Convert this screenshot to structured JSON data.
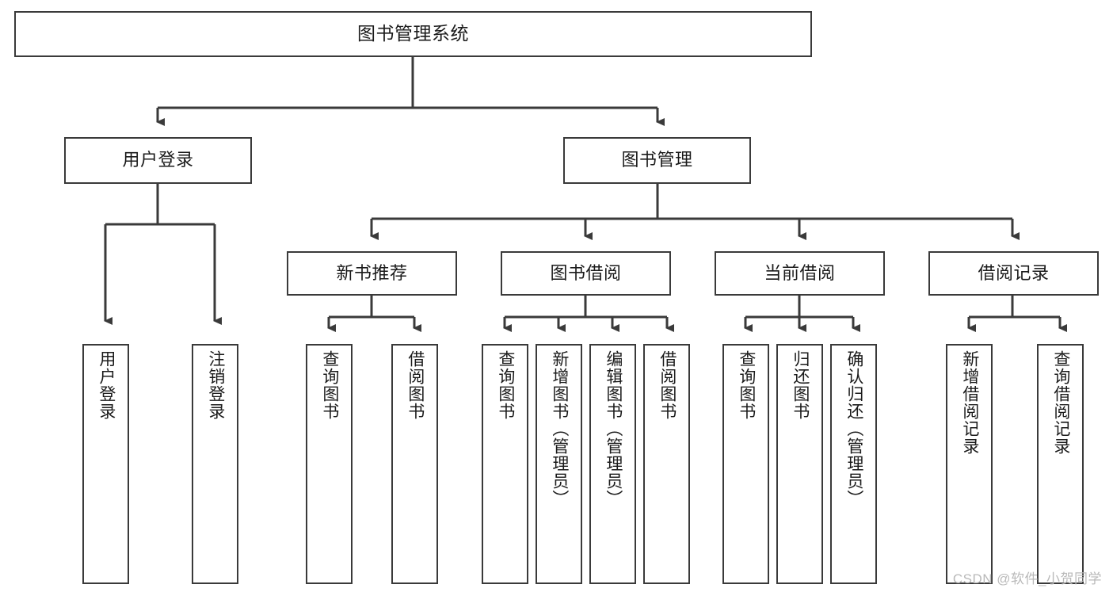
{
  "diagram": {
    "type": "tree-hierarchy",
    "title": "图书管理系统",
    "watermark": "CSDN @软件_小贺同学",
    "colors": {
      "stroke": "#3a3a3a",
      "fill": "#ffffff",
      "text": "#1b1b1b",
      "watermark": "#b9b9b9"
    },
    "nodes": {
      "root": {
        "label": "图书管理系统"
      },
      "user_login": {
        "label": "用户登录"
      },
      "book_manage": {
        "label": "图书管理"
      },
      "new_book_rec": {
        "label": "新书推荐"
      },
      "book_borrow": {
        "label": "图书借阅"
      },
      "current_borrow": {
        "label": "当前借阅"
      },
      "borrow_record": {
        "label": "借阅记录"
      },
      "leaf_user_login": {
        "label": "用户登录"
      },
      "leaf_logout": {
        "label": "注销登录"
      },
      "leaf_query_book_1": {
        "label": "查询图书"
      },
      "leaf_borrow_book_1": {
        "label": "借阅图书"
      },
      "leaf_query_book_2": {
        "label": "查询图书"
      },
      "leaf_add_book": {
        "label": "新增图书（管理员）"
      },
      "leaf_edit_book": {
        "label": "编辑图书（管理员）"
      },
      "leaf_borrow_book_2": {
        "label": "借阅图书"
      },
      "leaf_query_book_3": {
        "label": "查询图书"
      },
      "leaf_return_book": {
        "label": "归还图书"
      },
      "leaf_confirm_return": {
        "label": "确认归还（管理员）"
      },
      "leaf_add_record": {
        "label": "新增借阅记录"
      },
      "leaf_query_record": {
        "label": "查询借阅记录"
      }
    },
    "edges": [
      {
        "from": "root",
        "to": "user_login"
      },
      {
        "from": "root",
        "to": "book_manage"
      },
      {
        "from": "user_login",
        "to": "leaf_user_login"
      },
      {
        "from": "user_login",
        "to": "leaf_logout"
      },
      {
        "from": "book_manage",
        "to": "new_book_rec"
      },
      {
        "from": "book_manage",
        "to": "book_borrow"
      },
      {
        "from": "book_manage",
        "to": "current_borrow"
      },
      {
        "from": "book_manage",
        "to": "borrow_record"
      },
      {
        "from": "new_book_rec",
        "to": "leaf_query_book_1"
      },
      {
        "from": "new_book_rec",
        "to": "leaf_borrow_book_1"
      },
      {
        "from": "book_borrow",
        "to": "leaf_query_book_2"
      },
      {
        "from": "book_borrow",
        "to": "leaf_add_book"
      },
      {
        "from": "book_borrow",
        "to": "leaf_edit_book"
      },
      {
        "from": "book_borrow",
        "to": "leaf_borrow_book_2"
      },
      {
        "from": "current_borrow",
        "to": "leaf_query_book_3"
      },
      {
        "from": "current_borrow",
        "to": "leaf_return_book"
      },
      {
        "from": "current_borrow",
        "to": "leaf_confirm_return"
      },
      {
        "from": "borrow_record",
        "to": "leaf_add_record"
      },
      {
        "from": "borrow_record",
        "to": "leaf_query_record"
      }
    ]
  }
}
